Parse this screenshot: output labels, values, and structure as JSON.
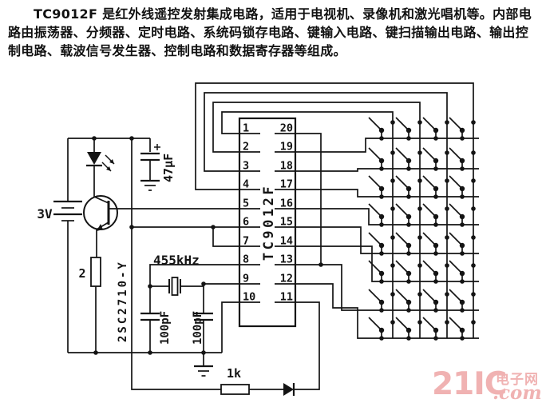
{
  "description": {
    "text": "TC9012F 是红外线遥控发射集成电路，适用于电视机、录像机和激光唱机等。内部电路由振荡器、分频器、定时电路、系统码锁存电路、键输入电路、键扫描输出电路、输出控制电路、载波信号发生器、控制电路和数据寄存器等组成。"
  },
  "schematic": {
    "ic": {
      "label": "TC9012F",
      "pins_left": [
        "1",
        "2",
        "3",
        "4",
        "5",
        "6",
        "7",
        "8",
        "9",
        "10"
      ],
      "pins_right": [
        "20",
        "19",
        "18",
        "17",
        "16",
        "15",
        "14",
        "13",
        "12",
        "11"
      ]
    },
    "battery_label": "3V",
    "cap_filter_label": "47μF",
    "cap_filter_polarity": "+",
    "crystal_label": "455kHz",
    "cap_osc1_label": "100pF",
    "cap_osc2_label": "100pF",
    "transistor_label": "2SC2710-Y",
    "resistor_emitter_label": "2",
    "resistor_output_label": "1k",
    "keypad": {
      "rows": 8,
      "columns": 4,
      "keys": 32
    }
  },
  "watermark": {
    "brand": "21IC",
    "site_name": "电子网",
    "domain_suffix": ".com",
    "color": "#f0b2b2"
  }
}
